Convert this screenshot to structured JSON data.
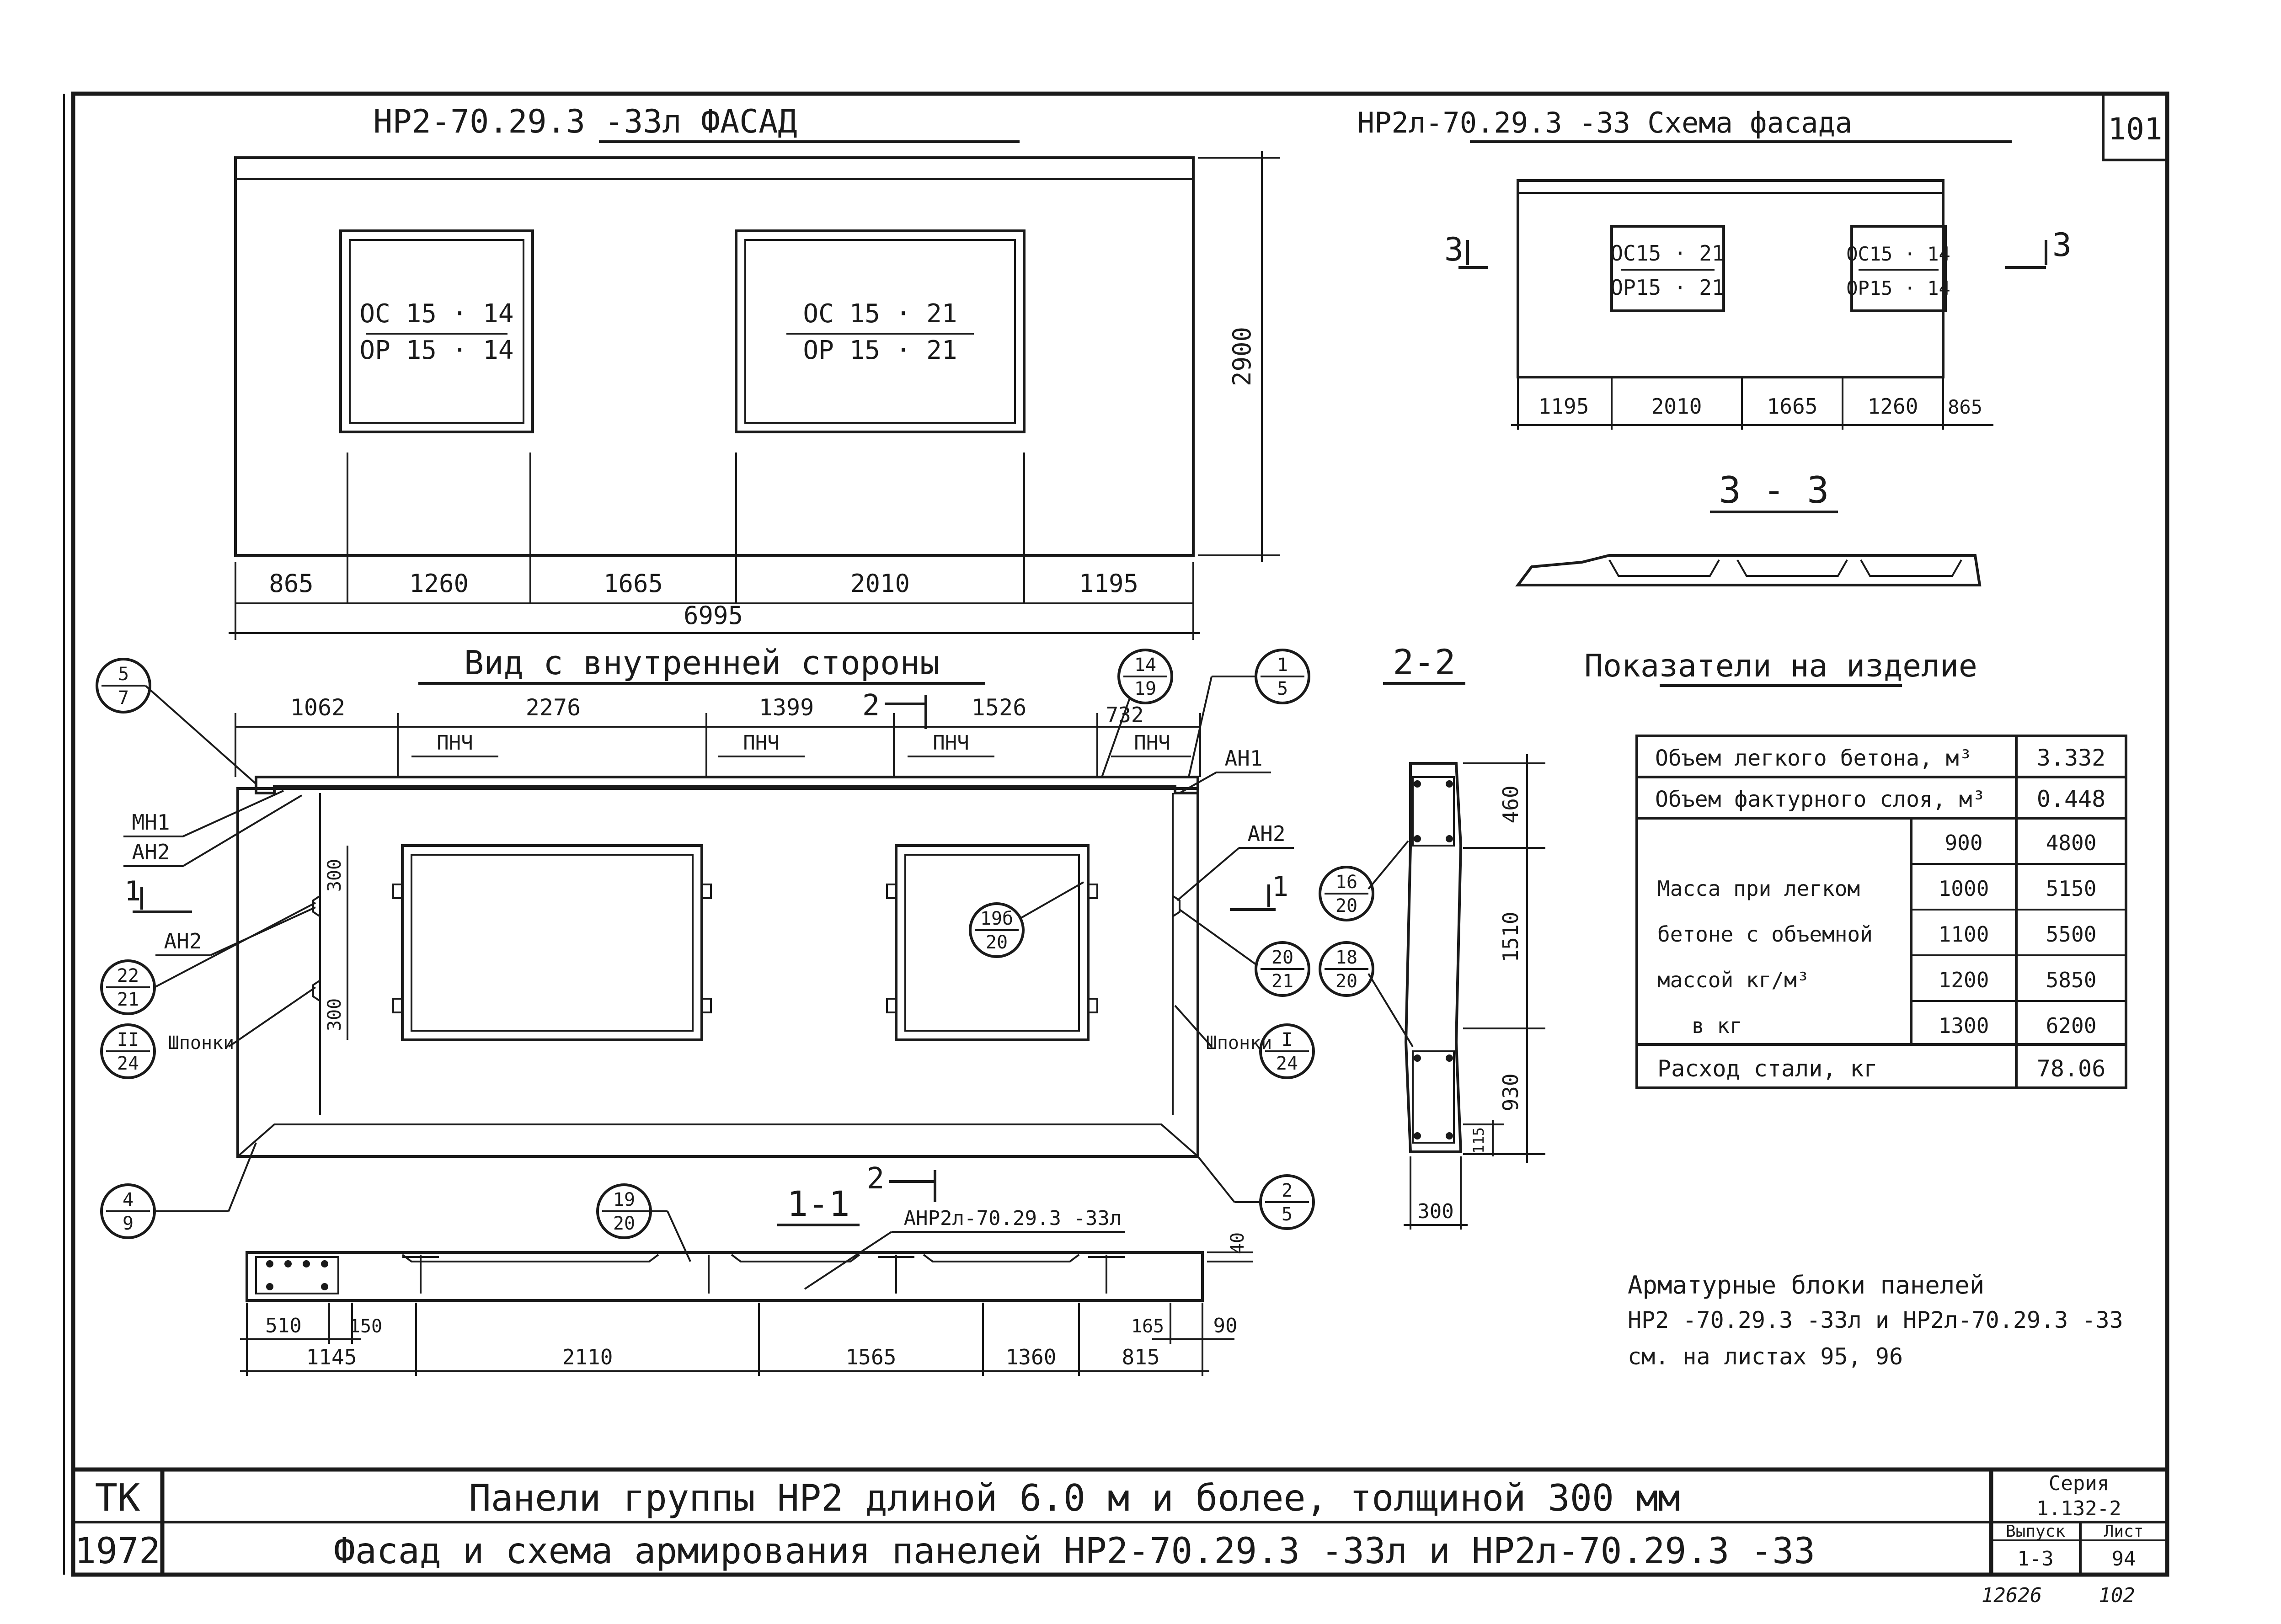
{
  "sheet_number": "101",
  "page_marks": {
    "bottom_left": "12626",
    "bottom_right": "102"
  },
  "facade": {
    "title": "НР2-70.29.3 -33л ФАСАД",
    "window_left": {
      "top": "ОС 15 · 14",
      "bottom": "ОР 15 · 14"
    },
    "window_right": {
      "top": "ОС 15 · 21",
      "bottom": "ОР 15 · 21"
    },
    "dims": [
      "865",
      "1260",
      "1665",
      "2010",
      "1195"
    ],
    "total": "6995",
    "height": "2900"
  },
  "scheme": {
    "title": "НР2л-70.29.3 -33 Схема фасада",
    "window_left": {
      "top": "ОС15 · 21",
      "bottom": "ОР15 · 21"
    },
    "window_right": {
      "top": "ОС15 · 14",
      "bottom": "ОР15 · 14"
    },
    "dims": [
      "1195",
      "2010",
      "1665",
      "1260",
      "865"
    ],
    "cut_left": "3",
    "cut_right": "3"
  },
  "section_33": {
    "title": "3 - 3"
  },
  "inner_view": {
    "title": "Вид с внутренней стороны",
    "top_dims": [
      "1062",
      "2276",
      "1399",
      "1526",
      "732"
    ],
    "cut_marker": "2",
    "pnch_labels": [
      "ПНЧ",
      "ПНЧ",
      "ПНЧ",
      "ПНЧ"
    ],
    "labels": {
      "mn1": "МН1",
      "an2_a": "АН2",
      "an2_b": "АН2",
      "an2_c": "АН2",
      "an1": "АН1",
      "shponki_left": "Шпонки",
      "shponki_right": "Шпонки",
      "dim300_a": "300",
      "dim300_b": "300",
      "cut1": "1"
    },
    "callouts": [
      {
        "top": "5",
        "bottom": "7"
      },
      {
        "top": "22",
        "bottom": "21"
      },
      {
        "top": "II",
        "bottom": "24"
      },
      {
        "top": "4",
        "bottom": "9"
      },
      {
        "top": "14",
        "bottom": "19"
      },
      {
        "top": "1",
        "bottom": "5"
      },
      {
        "top": "19б",
        "bottom": "20"
      },
      {
        "top": "20",
        "bottom": "21"
      },
      {
        "top": "I",
        "bottom": "24"
      },
      {
        "top": "2",
        "bottom": "5"
      }
    ]
  },
  "section_11": {
    "title": "1-1",
    "cut_marker": "2",
    "block_label": "АНР2л-70.29.3 -33л",
    "callout": {
      "top": "19",
      "bottom": "20"
    },
    "dims_upper": [
      "510",
      "150",
      "165",
      "90"
    ],
    "dims_lower": [
      "1145",
      "2110",
      "1565",
      "1360",
      "815"
    ],
    "right_dim": "40"
  },
  "section_22": {
    "title": "2-2",
    "dims": [
      "460",
      "1510",
      "930"
    ],
    "small_dim": "115",
    "width": "300",
    "callouts": [
      {
        "top": "16",
        "bottom": "20"
      },
      {
        "top": "18",
        "bottom": "20"
      }
    ]
  },
  "indicators": {
    "title": "Показатели на изделие",
    "rows": [
      {
        "label": "Объем легкого бетона, м³",
        "value": "3.332"
      },
      {
        "label": "Объем фактурного слоя, м³",
        "value": "0.448"
      }
    ],
    "mass_label_lines": [
      "Масса при легком",
      "бетоне с объемной",
      "массой   кг/м³",
      "в кг"
    ],
    "mass_rows": [
      {
        "density": "900",
        "mass": "4800"
      },
      {
        "density": "1000",
        "mass": "5150"
      },
      {
        "density": "1100",
        "mass": "5500"
      },
      {
        "density": "1200",
        "mass": "5850"
      },
      {
        "density": "1300",
        "mass": "6200"
      }
    ],
    "steel": {
      "label": "Расход стали, кг",
      "value": "78.06"
    }
  },
  "note_lines": [
    "Арматурные блоки панелей",
    "НР2 -70.29.3 -33л и НР2л-70.29.3 -33",
    "см. на листах 95, 96"
  ],
  "title_block": {
    "org": "ТК",
    "year": "1972",
    "line1": "Панели группы НР2 длиной 6.0 м и более, толщиной 300 мм",
    "line2": "Фасад и схема армирования панелей НР2-70.29.3 -33л и НР2л-70.29.3 -33",
    "series_label": "Серия",
    "series_value": "1.132-2",
    "issue_label": "Выпуск",
    "issue_value": "1-3",
    "sheet_label": "Лист",
    "sheet_value": "94"
  }
}
